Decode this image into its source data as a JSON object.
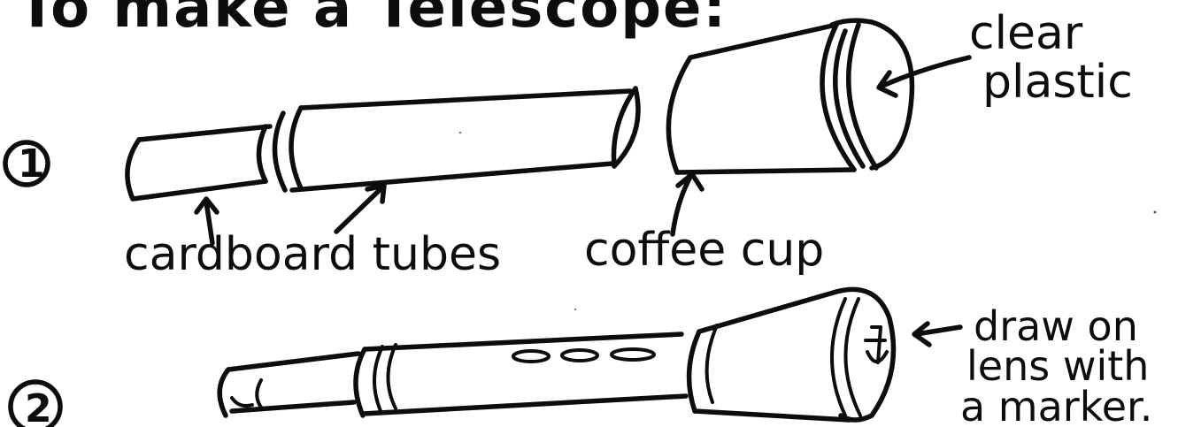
{
  "title": "To make a Telescope:",
  "steps": {
    "one": "1",
    "two": "2"
  },
  "labels": {
    "cardboard_tubes": "cardboard tubes",
    "coffee_cup": "coffee cup",
    "clear_plastic_line1": "clear",
    "clear_plastic_line2": "plastic",
    "draw_line1": "draw on",
    "draw_line2": "lens with",
    "draw_line3": "a marker."
  },
  "colors": {
    "ink": "#0d0d0d",
    "paper": "#ffffff"
  }
}
